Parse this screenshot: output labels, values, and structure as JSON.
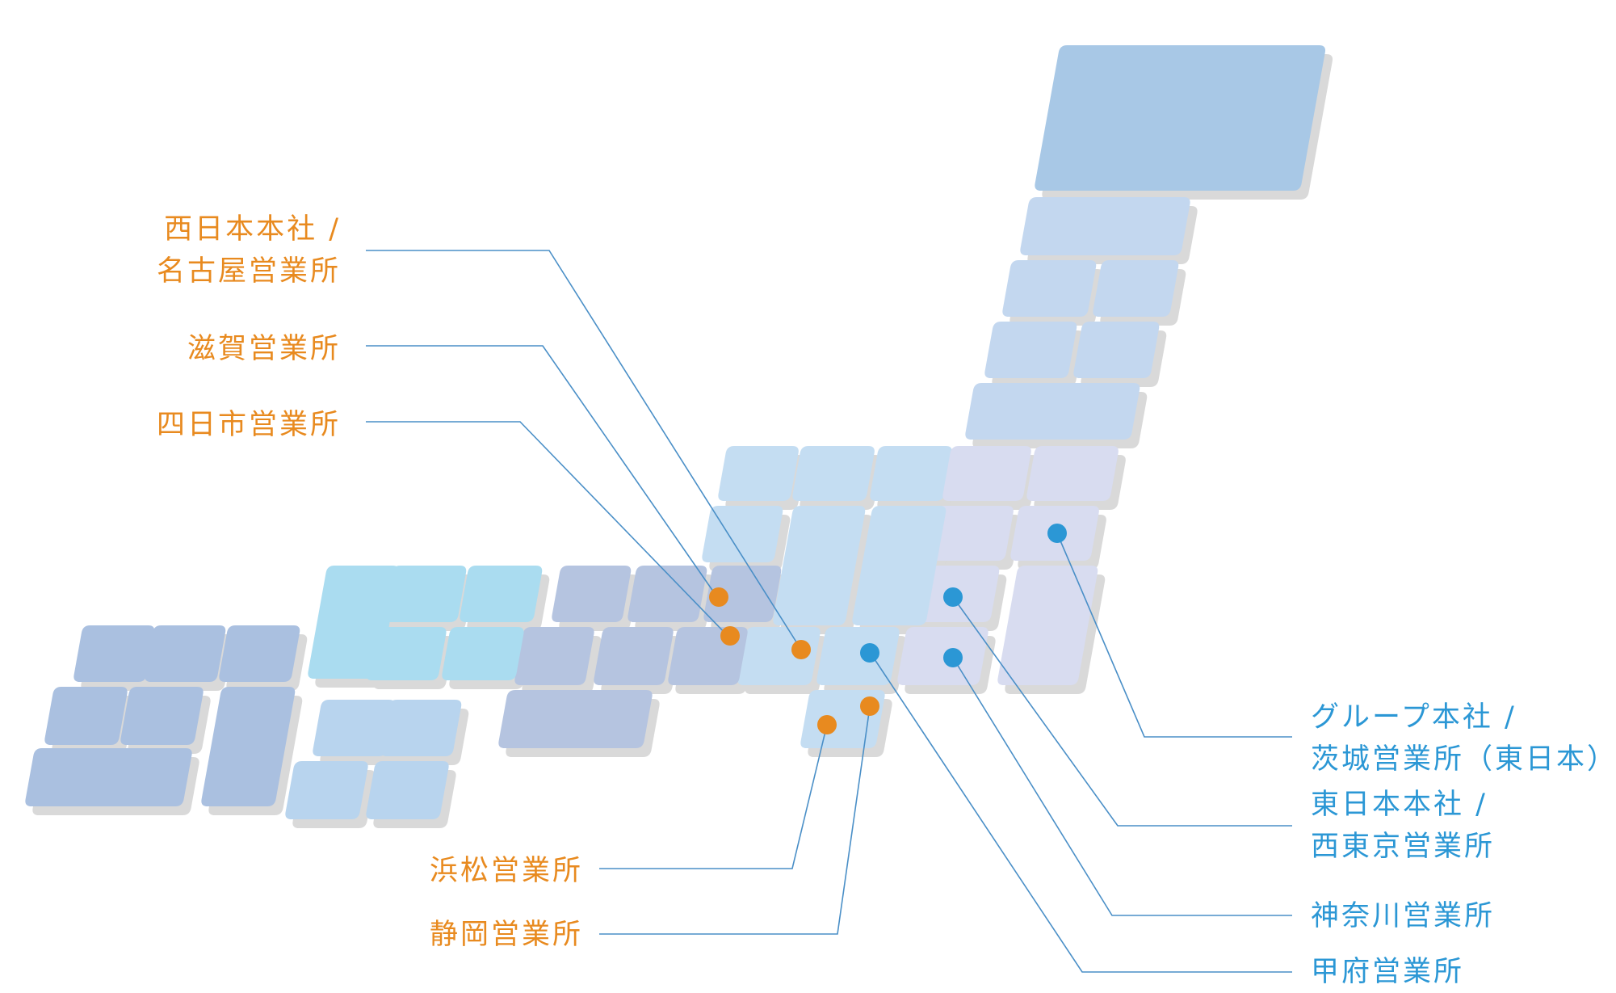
{
  "colors": {
    "west_office": "#e88a1f",
    "east_office": "#2b97d5",
    "leader_line": "#4a8fc7",
    "region_hokkaido": "#a8c8e6",
    "region_tohoku": "#c3d7ef",
    "region_kanto": "#d8dcf0",
    "region_chubu": "#c4ddf2",
    "region_kinki": "#b5c4e0",
    "region_chugoku": "#aadcf0",
    "region_shikoku": "#b8d4ee",
    "region_kyushu": "#aac0e0",
    "tile_shadow": "#d9d9d9"
  },
  "offices": {
    "west": [
      {
        "lines": [
          "西日本本社 /",
          "名古屋営業所"
        ]
      },
      {
        "lines": [
          "滋賀営業所"
        ]
      },
      {
        "lines": [
          "四日市営業所"
        ]
      },
      {
        "lines": [
          "浜松営業所"
        ]
      },
      {
        "lines": [
          "静岡営業所"
        ]
      }
    ],
    "east": [
      {
        "lines": [
          "グループ本社 /",
          "茨城営業所（東日本）"
        ]
      },
      {
        "lines": [
          "東日本本社 /",
          "西東京営業所"
        ]
      },
      {
        "lines": [
          "神奈川営業所"
        ]
      },
      {
        "lines": [
          "甲府営業所"
        ]
      }
    ]
  }
}
